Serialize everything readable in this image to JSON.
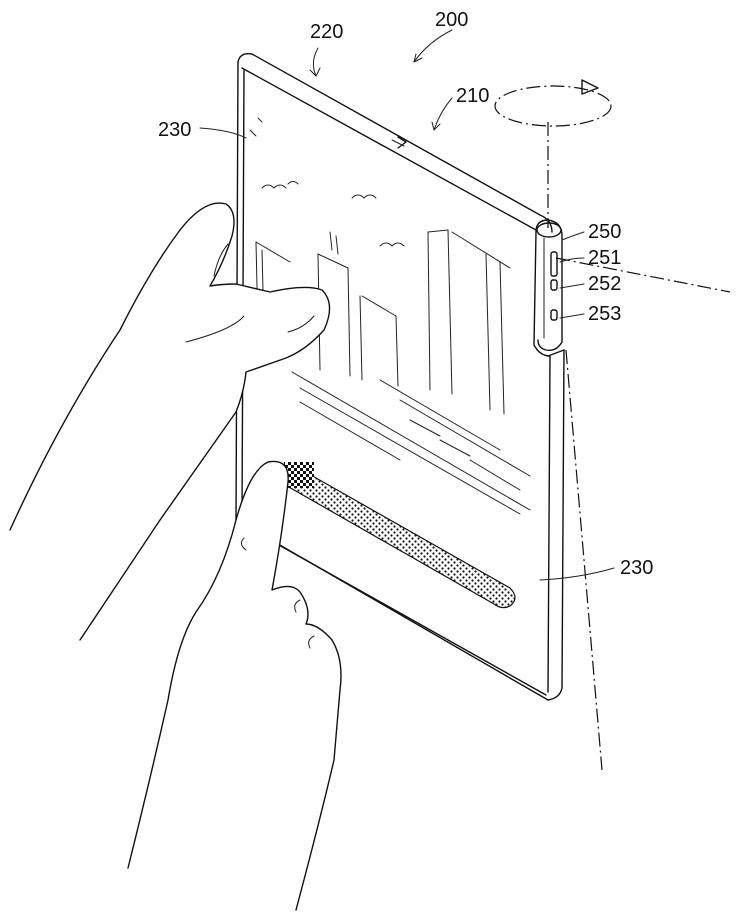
{
  "labels": {
    "device": "200",
    "hinge": "210",
    "top_edge": "220",
    "display_left": "230",
    "display_right": "230",
    "module": "250",
    "sub_1": "251",
    "sub_2": "252",
    "sub_3": "253"
  }
}
